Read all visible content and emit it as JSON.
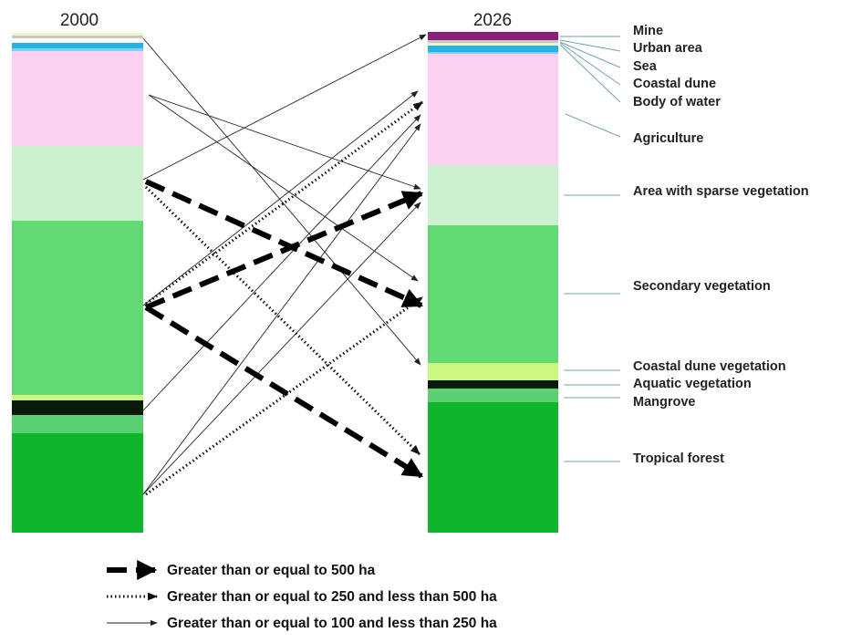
{
  "diagram": {
    "year_left": "2000",
    "year_right": "2026",
    "categories": [
      {
        "key": "mine",
        "label": "Mine",
        "color": "#8b1e78"
      },
      {
        "key": "urban",
        "label": "Urban area",
        "color": "#c8c8c8"
      },
      {
        "key": "sea",
        "label": "Sea",
        "color": "#27b2e6"
      },
      {
        "key": "coastal-dune",
        "label": "Coastal dune",
        "color": "#eef5c0"
      },
      {
        "key": "water",
        "label": "Body of water",
        "color": "#27b2e6"
      },
      {
        "key": "agriculture",
        "label": "Agriculture",
        "color": "#fbd0f0"
      },
      {
        "key": "sparse",
        "label": "Area with sparse vegetation",
        "color": "#cdf1cf"
      },
      {
        "key": "secondary",
        "label": "Secondary vegetation",
        "color": "#62d972"
      },
      {
        "key": "coastal-dune-veg",
        "label": "Coastal dune vegetation",
        "color": "#ccf77f"
      },
      {
        "key": "aquatic",
        "label": "Aquatic vegetation",
        "color": "#0a1a0a"
      },
      {
        "key": "mangrove",
        "label": "Mangrove",
        "color": "#5ad070"
      },
      {
        "key": "tropical",
        "label": "Tropical forest",
        "color": "#10b52c"
      }
    ],
    "legend": [
      {
        "style": "thick",
        "label": "Greater than or equal to 500 ha"
      },
      {
        "style": "dotted",
        "label": "Greater than or equal to 250 and less than 500 ha"
      },
      {
        "style": "thin",
        "label": "Greater than or equal to 100 and less than 250 ha"
      }
    ]
  }
}
